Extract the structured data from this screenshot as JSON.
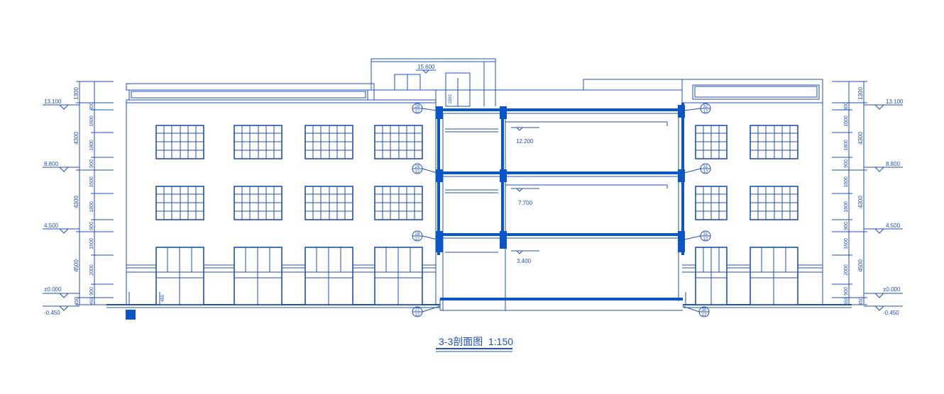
{
  "title": "3-3剖面图",
  "scale": "1:150",
  "elevations_left": [
    "13.100",
    "8.800",
    "4.500",
    "±0.000",
    "-0.450"
  ],
  "elevations_right": [
    "13.100",
    "8.800",
    "4.500",
    "±0.000",
    "-0.450"
  ],
  "elevations_section": [
    "15.600",
    "12.200",
    "7.700",
    "3.400"
  ],
  "dims_left_outer": [
    "1300",
    "4300",
    "4300",
    "4500",
    "450"
  ],
  "dims_left_inner": [
    "300",
    "1600",
    "1800",
    "900",
    "1600",
    "1800",
    "900",
    "1600",
    "2000",
    "900",
    "450"
  ],
  "dims_right_outer": [
    "1300",
    "4300",
    "4300",
    "4500",
    "450"
  ],
  "dims_right_inner": [
    "300",
    "1600",
    "1800",
    "900",
    "1600",
    "1800",
    "900",
    "1600",
    "2000",
    "900",
    "450"
  ],
  "dim_stair": "1500",
  "dim_entry": "450",
  "callouts_left": [
    [
      "28",
      "12"
    ],
    [
      "29",
      "12"
    ],
    [
      "28",
      "12"
    ],
    [
      "27",
      "12"
    ]
  ],
  "callouts_right": [
    [
      "32",
      "12"
    ],
    [
      "31",
      "12"
    ],
    [
      "31",
      "12"
    ],
    [
      "30",
      "12"
    ]
  ]
}
